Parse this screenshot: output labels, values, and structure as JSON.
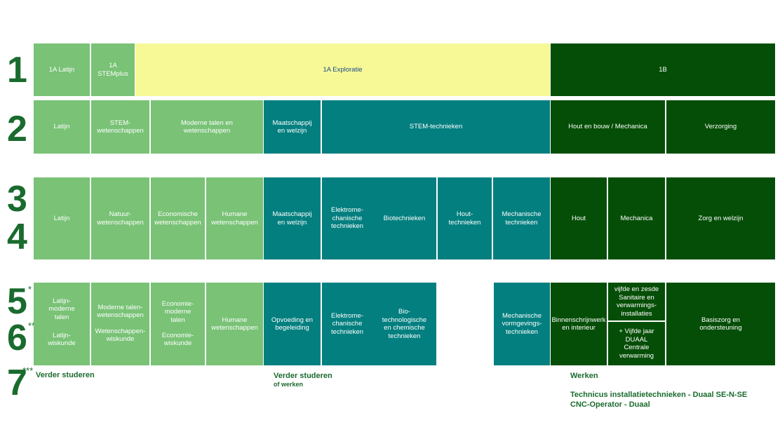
{
  "years": [
    {
      "label": "1",
      "mark": ""
    },
    {
      "label": "2",
      "mark": ""
    },
    {
      "label": "3",
      "mark": ""
    },
    {
      "label": "4",
      "mark": ""
    },
    {
      "label": "5",
      "mark": "*"
    },
    {
      "label": "6",
      "mark": "**"
    },
    {
      "label": "7",
      "mark": "***"
    }
  ],
  "row1": {
    "latijn": "1A Latijn",
    "stemplus": "1A STEMplus",
    "exploratie": "1A Exploratie",
    "b": "1B"
  },
  "row2": {
    "latijn": "Latijn",
    "stem": "STEM-\nwetenschappen",
    "moderne": "Moderne talen en\nwetenschappen",
    "maatschappij": "Maatschappij\nen welzijn",
    "stemtech": "STEM-technieken",
    "houtbouw": "Hout en bouw / Mechanica",
    "verzorging": "Verzorging"
  },
  "row34": {
    "latijn": "Latijn",
    "natuur": "Natuur-\nwetenschappen",
    "economische": "Economische\nwetenschappen",
    "humane": "Humane\nwetenschappen",
    "maatschappij": "Maatschappij\nen welzijn",
    "elektro": "Elektrome-\nchanische\ntechnieken",
    "bio": "Biotechnieken",
    "hout": "Hout-\ntechnieken",
    "mechanische": "Mechanische\ntechnieken",
    "hout_b": "Hout",
    "mechanica": "Mechanica",
    "zorg": "Zorg en welzijn"
  },
  "row56": {
    "latijn_a": "Latijn-\nmoderne\ntalen",
    "latijn_b": "Latijn-\nwiskunde",
    "moderne_a": "Moderne talen-\nwetenschappen",
    "moderne_b": "Wetenschappen-\nwiskunde",
    "economie_a": "Economie-\nmoderne\ntalen",
    "economie_b": "Economie-\nwiskunde",
    "humane": "Humane\nwetenschappen",
    "opvoeding": "Opvoeding en\nbegeleiding",
    "elektro": "Elektrome-\nchanische\ntechnieken",
    "biotech": "Bio-\ntechnologische\nen chemische\ntechnieken",
    "mechanische": "Mechanische\nvormgevings-\ntechnieken",
    "binnen": "Binnenschrijnwerk\nen interieur",
    "sanitair": "vijfde en zesde\nSanitaire en\nverwarmings-\ninstallaties",
    "duaal": "+ Vijfde jaar\nDUAAL\nCentrale\nverwarming",
    "basiszorg": "Basiszorg en\nondersteuning"
  },
  "row7": {
    "verder": "Verder studeren",
    "verder_werken": "Verder studeren",
    "of_werken": "of werken",
    "werken": "Werken",
    "technicus": "Technicus installatietechnieken - Duaal SE-N-SE",
    "cnc": "CNC-Operator - Duaal"
  },
  "colors": {
    "light_green": "#79c276",
    "teal": "#037f7f",
    "dark_green": "#054e07",
    "yellow": "#f6f995",
    "label_green": "#1a6b2e"
  }
}
